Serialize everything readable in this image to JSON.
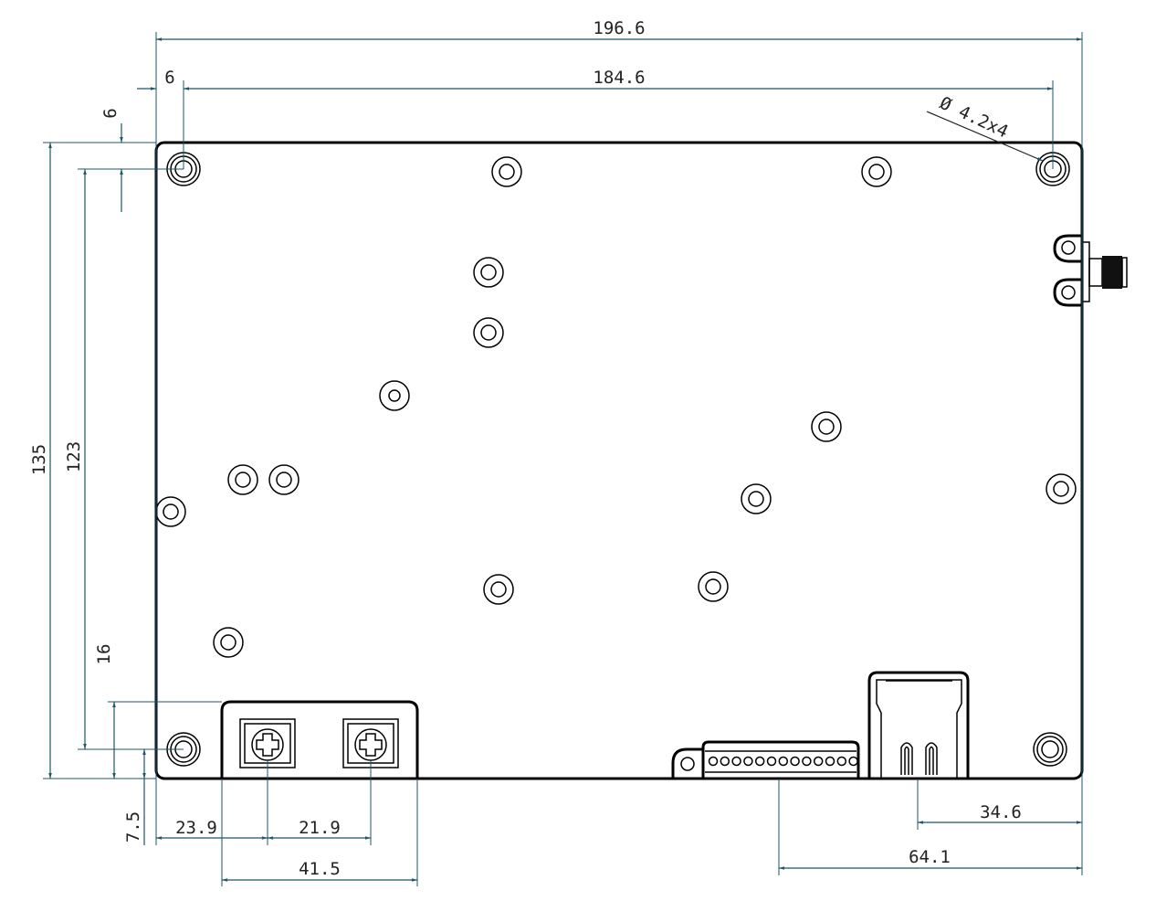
{
  "dimensions": {
    "overall_width": "196.6",
    "hole_spacing_x": "184.6",
    "hole_offset_x": "6",
    "hole_offset_y": "6",
    "overall_height": "135",
    "hole_spacing_y": "123",
    "terminal_height": "16",
    "hole_bottom_offset": "7.5",
    "terminal1_x": "23.9",
    "terminal_pitch": "21.9",
    "terminal_block_width": "41.5",
    "rj45_x": "34.6",
    "header_x": "64.1",
    "hole_callout": "Ø 4.2x4"
  },
  "colors": {
    "dimension_line": "#1f5566",
    "outline": "#000000"
  }
}
